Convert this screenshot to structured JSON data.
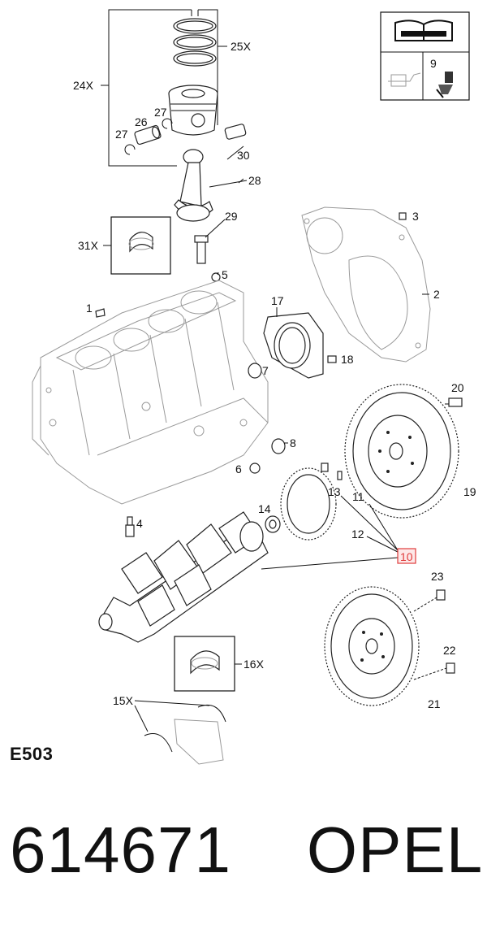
{
  "diagram": {
    "code": "E503",
    "info_box": {
      "item_label": "9"
    },
    "callouts": [
      {
        "id": "25X",
        "text": "25X"
      },
      {
        "id": "24X",
        "text": "24X"
      },
      {
        "id": "27a",
        "text": "27"
      },
      {
        "id": "26",
        "text": "26"
      },
      {
        "id": "27b",
        "text": "27"
      },
      {
        "id": "30",
        "text": "30"
      },
      {
        "id": "28",
        "text": "28"
      },
      {
        "id": "29",
        "text": "29"
      },
      {
        "id": "31X",
        "text": "31X"
      },
      {
        "id": "5",
        "text": "5"
      },
      {
        "id": "3",
        "text": "3"
      },
      {
        "id": "2",
        "text": "2"
      },
      {
        "id": "1",
        "text": "1"
      },
      {
        "id": "17",
        "text": "17"
      },
      {
        "id": "18",
        "text": "18"
      },
      {
        "id": "7",
        "text": "7"
      },
      {
        "id": "20",
        "text": "20"
      },
      {
        "id": "8",
        "text": "8"
      },
      {
        "id": "6",
        "text": "6"
      },
      {
        "id": "13",
        "text": "13"
      },
      {
        "id": "11",
        "text": "11"
      },
      {
        "id": "19",
        "text": "19"
      },
      {
        "id": "14",
        "text": "14"
      },
      {
        "id": "12",
        "text": "12"
      },
      {
        "id": "4",
        "text": "4"
      },
      {
        "id": "10",
        "text": "10"
      },
      {
        "id": "23",
        "text": "23"
      },
      {
        "id": "16X",
        "text": "16X"
      },
      {
        "id": "22",
        "text": "22"
      },
      {
        "id": "15X",
        "text": "15X"
      },
      {
        "id": "21",
        "text": "21"
      }
    ],
    "highlighted_callout": "10",
    "highlight_color": "#e03c3c"
  },
  "footer": {
    "part_number_line": "614671    OPEL"
  }
}
